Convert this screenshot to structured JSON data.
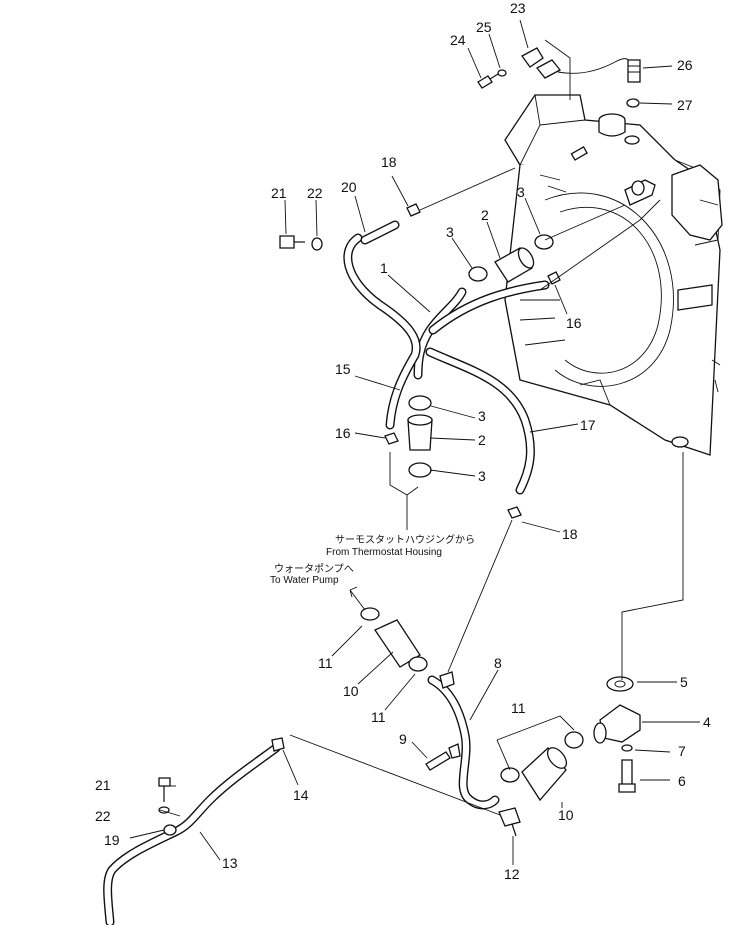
{
  "callouts": [
    {
      "n": "23"
    },
    {
      "n": "24"
    },
    {
      "n": "25"
    },
    {
      "n": "26"
    },
    {
      "n": "27"
    },
    {
      "n": "18"
    },
    {
      "n": "21"
    },
    {
      "n": "22"
    },
    {
      "n": "20"
    },
    {
      "n": "3"
    },
    {
      "n": "2"
    },
    {
      "n": "3"
    },
    {
      "n": "1"
    },
    {
      "n": "16"
    },
    {
      "n": "15"
    },
    {
      "n": "3"
    },
    {
      "n": "16"
    },
    {
      "n": "2"
    },
    {
      "n": "3"
    },
    {
      "n": "17"
    },
    {
      "n": "18"
    },
    {
      "n": "11"
    },
    {
      "n": "10"
    },
    {
      "n": "11"
    },
    {
      "n": "8"
    },
    {
      "n": "5"
    },
    {
      "n": "11"
    },
    {
      "n": "4"
    },
    {
      "n": "9"
    },
    {
      "n": "7"
    },
    {
      "n": "6"
    },
    {
      "n": "10"
    },
    {
      "n": "21"
    },
    {
      "n": "14"
    },
    {
      "n": "22"
    },
    {
      "n": "19"
    },
    {
      "n": "13"
    },
    {
      "n": "12"
    }
  ],
  "notes": {
    "from_thermostat_jp": "サーモスタットハウジングから",
    "from_thermostat_en": "From Thermostat Housing",
    "to_water_pump_jp": "ウォータポンプへ",
    "to_water_pump_en": "To Water Pump"
  }
}
